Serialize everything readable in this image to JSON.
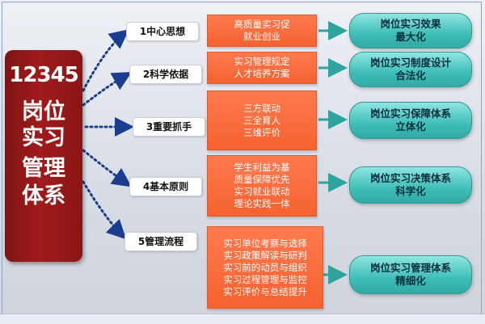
{
  "center": {
    "code": "12345",
    "lines": [
      "岗位",
      "实习",
      "管理",
      "体系"
    ]
  },
  "rows": [
    {
      "label": "1中心思想",
      "orange_lines": [
        "高质量实习促",
        "就业创业"
      ],
      "result_lines": [
        "岗位实习效果",
        "最大化"
      ]
    },
    {
      "label": "2科学依据",
      "orange_lines": [
        "实习管理规定",
        "人才培养方案"
      ],
      "result_lines": [
        "岗位实习制度设计",
        "合法化"
      ]
    },
    {
      "label": "3重要抓手",
      "orange_lines": [
        "三方联动",
        "三全育人",
        "三维评价"
      ],
      "result_lines": [
        "岗位实习保障体系",
        "立体化"
      ]
    },
    {
      "label": "4基本原则",
      "orange_lines": [
        "学生利益为基",
        "质量保障优先",
        "实习就业联动",
        "理论实践一体"
      ],
      "result_lines": [
        "岗位实习决策体系",
        "科学化"
      ]
    },
    {
      "label": "5管理流程",
      "orange_lines": [
        "实习单位考察与选择",
        "实习政策解读与研判",
        "实习前的动员与组织",
        "实习过程管理与监控",
        "实习评价与总结提升"
      ],
      "result_lines": [
        "岗位实习管理体系",
        "精细化"
      ]
    }
  ],
  "colors": {
    "center_red": "#9e1a1a",
    "orange": "#f4622f",
    "teal": "#3fbdb8",
    "arrow_teal": "#2fa39d",
    "dotted_navy": "#1a3d8f"
  }
}
